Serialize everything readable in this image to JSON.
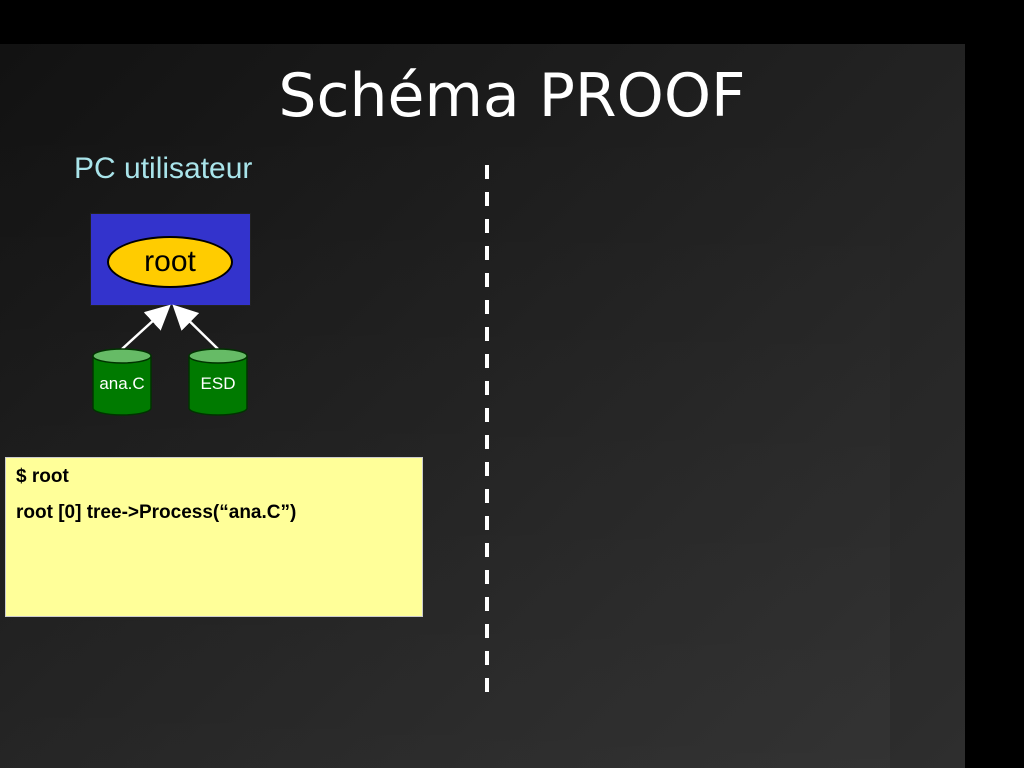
{
  "title": "Schéma PROOF",
  "pc_label": "PC utilisateur",
  "root_label": "root",
  "files": [
    {
      "label": "ana.C"
    },
    {
      "label": "ESD"
    }
  ],
  "console": {
    "lines": [
      "$ root",
      "root [0] tree->Process(“ana.C”)"
    ]
  },
  "colors": {
    "background": "#000000",
    "slide": "#1e1e1e",
    "title": "#ffffff",
    "pc_label": "#a9e4ea",
    "root_box": "#3333cc",
    "root_ellipse": "#ffcc00",
    "cylinder": "#007a00",
    "cylinder_top": "#66bb66",
    "console": "#ffff99",
    "divider": "#ffffff"
  }
}
